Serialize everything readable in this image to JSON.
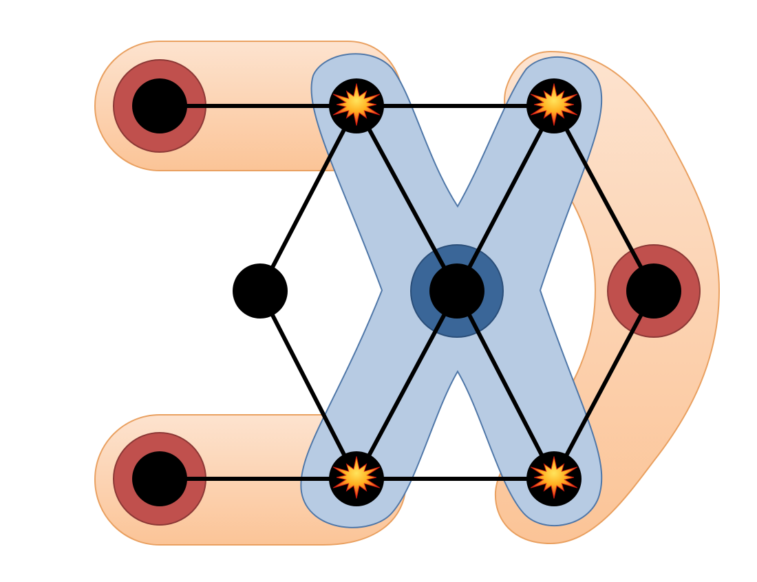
{
  "diagram": {
    "colors": {
      "background": "#ffffff",
      "edge": "#000000",
      "node": "#000000",
      "orange_region_fill": "#fcc69a",
      "orange_region_stroke": "#e9a060",
      "blue_region_fill": "#b7cbe3",
      "blue_region_stroke": "#4f77a8",
      "red_ring": "#c0504d",
      "red_ring_stroke": "#8c3836",
      "blue_ring": "#3a6698",
      "blue_ring_stroke": "#2a4e79",
      "burst_outer": "#e8251e",
      "burst_inner": "#ffd33a"
    },
    "nodes": [
      {
        "id": "a",
        "ring": "red",
        "marker": "none"
      },
      {
        "id": "b",
        "ring": "none",
        "marker": "burst"
      },
      {
        "id": "c",
        "ring": "none",
        "marker": "burst"
      },
      {
        "id": "d",
        "ring": "none",
        "marker": "none"
      },
      {
        "id": "e",
        "ring": "blue",
        "marker": "none"
      },
      {
        "id": "f",
        "ring": "red",
        "marker": "none"
      },
      {
        "id": "g",
        "ring": "red",
        "marker": "none"
      },
      {
        "id": "h",
        "ring": "none",
        "marker": "burst"
      },
      {
        "id": "i",
        "ring": "none",
        "marker": "burst"
      }
    ],
    "edges": [
      [
        "a",
        "b"
      ],
      [
        "b",
        "c"
      ],
      [
        "b",
        "d"
      ],
      [
        "b",
        "e"
      ],
      [
        "c",
        "e"
      ],
      [
        "c",
        "f"
      ],
      [
        "d",
        "h"
      ],
      [
        "e",
        "h"
      ],
      [
        "e",
        "i"
      ],
      [
        "f",
        "i"
      ],
      [
        "g",
        "h"
      ],
      [
        "h",
        "i"
      ]
    ],
    "regions": [
      {
        "id": "top-left-tile",
        "color": "orange"
      },
      {
        "id": "bottom-left-tile",
        "color": "orange"
      },
      {
        "id": "right-arc-tile",
        "color": "orange"
      },
      {
        "id": "x-cross-tile",
        "color": "blue"
      }
    ]
  }
}
